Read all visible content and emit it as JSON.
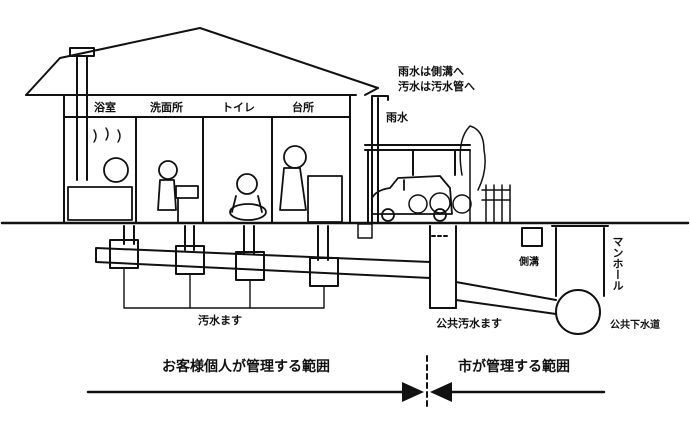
{
  "rooms": {
    "bath": "浴室",
    "washroom": "洗面所",
    "toilet": "トイレ",
    "kitchen": "台所"
  },
  "outdoor": {
    "rain_note_line1": "雨水は側溝へ",
    "rain_note_line2": "汚水は汚水管へ",
    "rainwater": "雨水",
    "side_ditch": "側溝",
    "manhole": "マンホール",
    "public_sewer": "公共下水道"
  },
  "underground": {
    "private_catch_basin": "汚水ます",
    "public_catch_basin": "公共汚水ます"
  },
  "responsibility": {
    "private_scope": "お客様個人が管理する範囲",
    "city_scope": "市が管理する範囲"
  }
}
